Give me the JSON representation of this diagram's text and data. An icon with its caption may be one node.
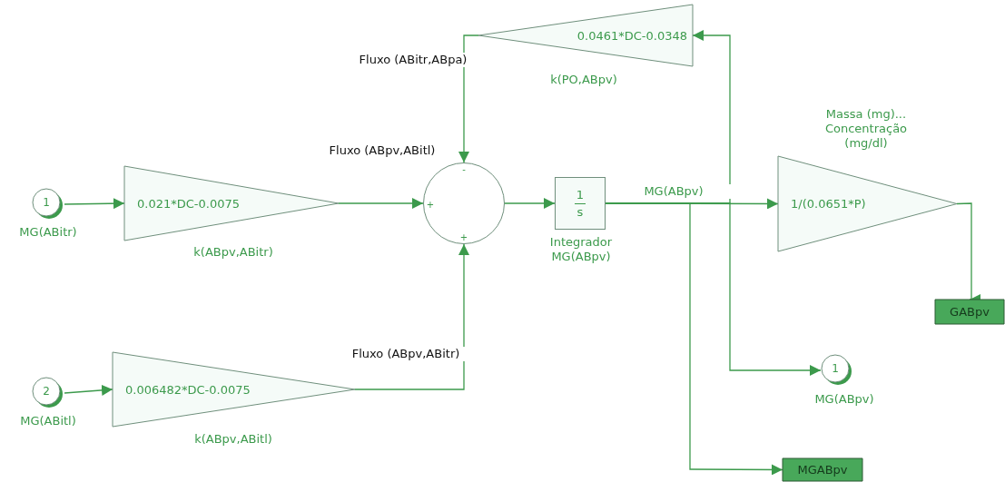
{
  "diagram": {
    "nodes": [
      {
        "text": [
          "1"
        ],
        "beside": [
          "MG(ABitr)"
        ]
      },
      {
        "text": [
          "0.021*DC-0.0075"
        ],
        "beside": [
          "k(ABpv,ABitr)"
        ]
      },
      {
        "text": [
          "+",
          "-",
          "+"
        ]
      },
      {
        "text": [
          "1",
          "s"
        ],
        "beside": [
          "Integrador MG(ABpv)"
        ]
      },
      {
        "text": [
          "0.0461*DC-0.0348"
        ],
        "beside": [
          "k(PO,ABpv)"
        ]
      },
      {
        "text": [
          "1/(0.0651*P)"
        ],
        "beside": [
          "Massa (mg)... Concentração (mg/dl)"
        ]
      },
      {
        "text": [
          "2"
        ],
        "beside": [
          "MG(ABitl)"
        ]
      },
      {
        "text": [
          "0.006482*DC-0.0075"
        ],
        "beside": [
          "k(ABpv,ABitl)"
        ]
      },
      {
        "text": [
          "1"
        ],
        "beside": [
          "MG(ABpv)"
        ]
      },
      {
        "text": [
          "GABpv"
        ]
      },
      {
        "text": [
          "MGABpv"
        ]
      }
    ],
    "edges": [
      {
        "from": 0,
        "to": 1,
        "arrow": "to"
      },
      {
        "from": 1,
        "to": 2,
        "arrow": "to",
        "label": "Fluxo (ABpv,ABitl)"
      },
      {
        "from": 4,
        "to": 2,
        "arrow": "to",
        "label": "Fluxo (ABitr,ABpa)"
      },
      {
        "from": 7,
        "to": 2,
        "arrow": "to",
        "label": "Fluxo (ABpv,ABitr)"
      },
      {
        "from": 6,
        "to": 7,
        "arrow": "to"
      },
      {
        "from": 2,
        "to": 3,
        "arrow": "to"
      },
      {
        "from": 3,
        "to": 5,
        "arrow": "to",
        "label": "MG(ABpv)"
      },
      {
        "from": 3,
        "to": 4,
        "arrow": "to"
      },
      {
        "from": 3,
        "to": 8,
        "arrow": "to"
      },
      {
        "from": 3,
        "to": 10,
        "arrow": "to"
      },
      {
        "from": 5,
        "to": 9,
        "arrow": "to"
      }
    ]
  }
}
